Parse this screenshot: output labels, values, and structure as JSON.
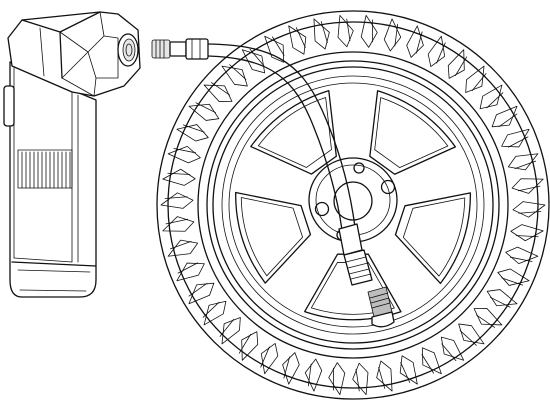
{
  "scene": {
    "objects": [
      {
        "id": "air-pump",
        "icon": "handheld-tire-inflator-icon"
      },
      {
        "id": "wheel",
        "icon": "wheel-with-tire-icon",
        "spokes": 5
      },
      {
        "id": "hose",
        "icon": "air-hose-icon"
      }
    ],
    "colors": {
      "line": "#111111",
      "background": "#ffffff",
      "metal": "#bdbdbd"
    }
  }
}
